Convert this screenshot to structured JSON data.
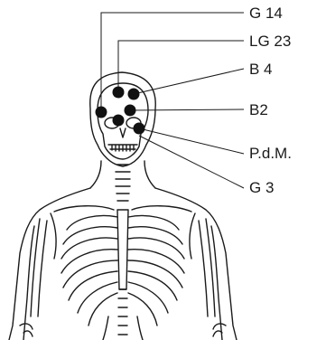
{
  "diagram": {
    "points": [
      {
        "id": "g14",
        "label": "G 14"
      },
      {
        "id": "lg23",
        "label": "LG 23"
      },
      {
        "id": "b4",
        "label": "B 4"
      },
      {
        "id": "b2",
        "label": "B2"
      },
      {
        "id": "pdm",
        "label": "P.d.M."
      },
      {
        "id": "g3",
        "label": "G 3"
      }
    ],
    "colors": {
      "line": "#1a1a1a",
      "point": "#111111",
      "background": "#ffffff"
    }
  }
}
